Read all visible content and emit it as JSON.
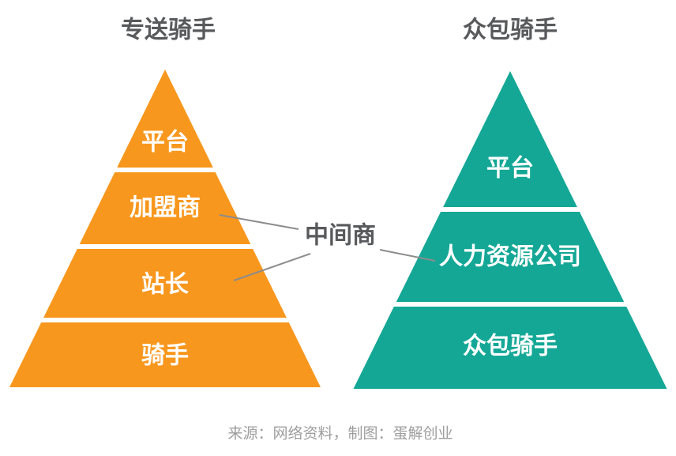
{
  "diagram": {
    "left_pyramid": {
      "title": "专送骑手",
      "color": "#F8971D",
      "layers": [
        "平台",
        "加盟商",
        "站长",
        "骑手"
      ]
    },
    "right_pyramid": {
      "title": "众包骑手",
      "color": "#14A796",
      "layers": [
        "平台",
        "人力资源公司",
        "众包骑手"
      ]
    },
    "middle_label": "中间商",
    "footer": "来源：网络资料，制图：蛋解创业"
  },
  "colors": {
    "title_text": "#58595B",
    "layer_text": "#FFFFFF",
    "middle_text": "#58595B",
    "footer_text": "#9E9E9E",
    "connector": "#8C8C8C",
    "background": "#FFFFFF"
  }
}
